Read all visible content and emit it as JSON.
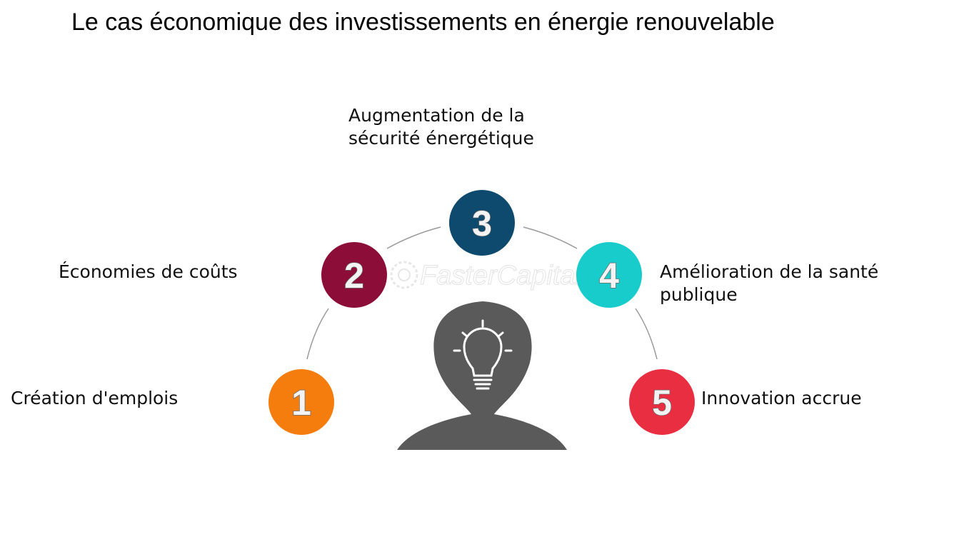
{
  "title": "Le cas économique des investissements en énergie renouvelable",
  "watermark": "FasterCapital",
  "steps": [
    {
      "number": "1",
      "label": "Création d'emplois",
      "color": "#f57d0e"
    },
    {
      "number": "2",
      "label": "Économies de coûts",
      "color": "#8c0d37"
    },
    {
      "number": "3",
      "label_line1": "Augmentation de la",
      "label_line2": "sécurité énergétique",
      "color": "#0d4a6e"
    },
    {
      "number": "4",
      "label_line1": "Amélioration de la santé",
      "label_line2": "publique",
      "color": "#19cccc"
    },
    {
      "number": "5",
      "label": "Innovation accrue",
      "color": "#ea2e42"
    }
  ],
  "center_icon": "head-with-lightbulb-icon",
  "colors": {
    "head": "#5a5a5a",
    "arc": "#9a9a9a"
  }
}
